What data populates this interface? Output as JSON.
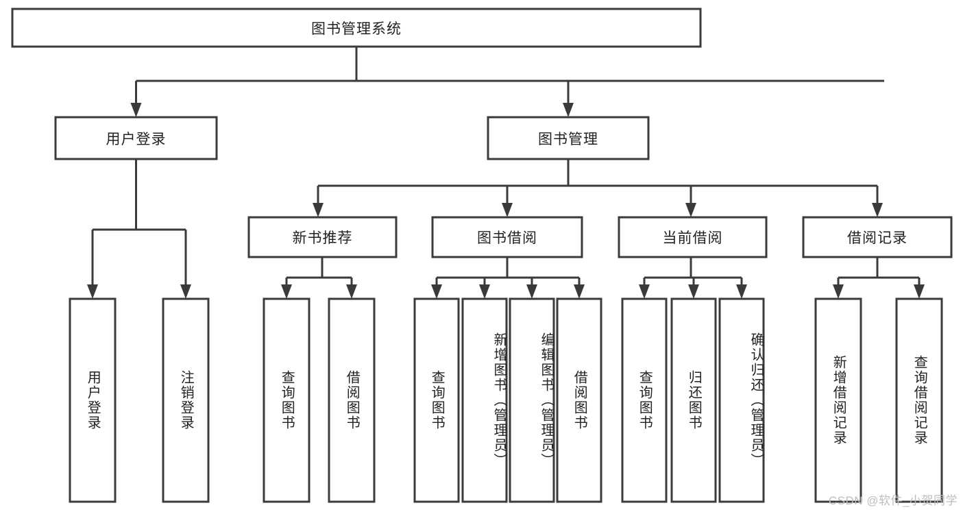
{
  "diagram": {
    "type": "tree-hierarchy-diagram",
    "title": "图书管理系统",
    "colors": {
      "stroke": "#3a3a3a",
      "box_fill": "#ffffff",
      "text": "#222222",
      "background": "#ffffff",
      "watermark": "#bdbdbd"
    },
    "root": {
      "label": "图书管理系统"
    },
    "level2": [
      {
        "label": "用户登录"
      },
      {
        "label": "图书管理"
      }
    ],
    "level3": [
      {
        "label": "新书推荐"
      },
      {
        "label": "图书借阅"
      },
      {
        "label": "当前借阅"
      },
      {
        "label": "借阅记录"
      }
    ],
    "leaves": {
      "user_login": [
        {
          "label": "用户登录"
        },
        {
          "label": "注销登录"
        }
      ],
      "new_book_recommend": [
        {
          "label": "查询图书"
        },
        {
          "label": "借阅图书"
        }
      ],
      "book_borrow": [
        {
          "label": "查询图书"
        },
        {
          "label": "新增图书（管理员）"
        },
        {
          "label": "编辑图书（管理员）"
        },
        {
          "label": "借阅图书"
        }
      ],
      "current_borrow": [
        {
          "label": "查询图书"
        },
        {
          "label": "归还图书"
        },
        {
          "label": "确认归还（管理员）"
        }
      ],
      "borrow_record": [
        {
          "label": "新增借阅记录"
        },
        {
          "label": "查询借阅记录"
        }
      ]
    },
    "watermark": "CSDN @软件_小贺同学"
  }
}
